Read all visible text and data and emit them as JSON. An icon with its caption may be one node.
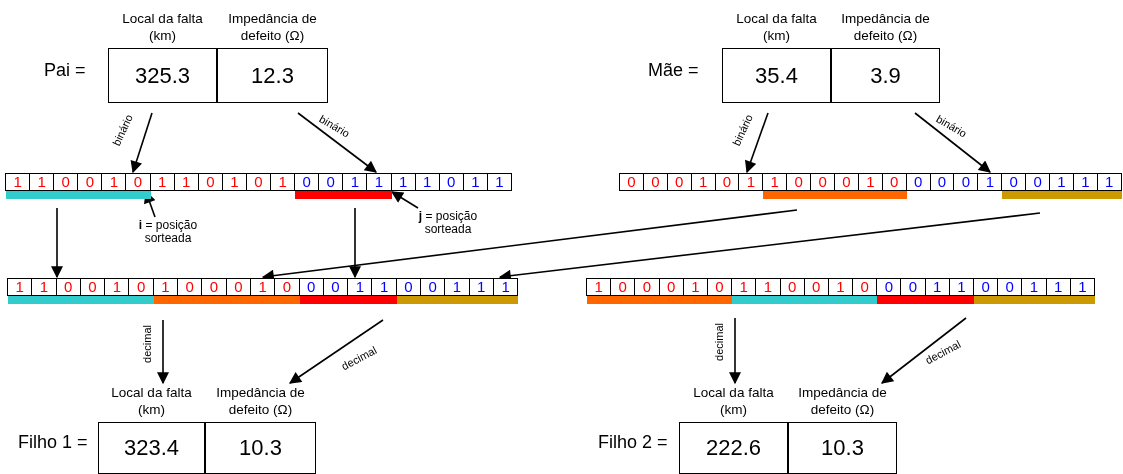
{
  "diagram": {
    "nodes": [
      {
        "text": [
          "Local da falta (km)",
          "325.3"
        ]
      },
      {
        "text": [
          "Impedância de defeito (Ω)",
          "12.3"
        ]
      },
      {
        "text": [
          "Local da falta (km)",
          "35.4"
        ]
      },
      {
        "text": [
          "Impedância de defeito (Ω)",
          "3.9"
        ]
      },
      {
        "text": [
          "1",
          "1",
          "0",
          "0",
          "1",
          "0",
          "1",
          "1",
          "0",
          "1",
          "0",
          "1",
          "0",
          "0",
          "1",
          "1",
          "1",
          "1",
          "0",
          "1",
          "1"
        ]
      },
      {
        "text": [],
        "shape": "bar"
      },
      {
        "text": [],
        "shape": "bar"
      },
      {
        "text": [
          "**i** = posição sorteada"
        ]
      },
      {
        "text": [
          "**j** = posição sorteada"
        ]
      },
      {
        "text": [
          "0",
          "0",
          "0",
          "1",
          "0",
          "1",
          "1",
          "0",
          "0",
          "0",
          "1",
          "0",
          "0",
          "0",
          "0",
          "1",
          "0",
          "0",
          "1",
          "1",
          "1"
        ]
      },
      {
        "text": [],
        "shape": "bar"
      },
      {
        "text": [],
        "shape": "bar"
      },
      {
        "text": [
          "1",
          "1",
          "0",
          "0",
          "1",
          "0",
          "1",
          "0",
          "0",
          "0",
          "1",
          "0",
          "0",
          "0",
          "1",
          "1",
          "0",
          "0",
          "1",
          "1",
          "1"
        ]
      },
      {
        "text": [],
        "shape": "bar"
      },
      {
        "text": [],
        "shape": "bar"
      },
      {
        "text": [],
        "shape": "bar"
      },
      {
        "text": [],
        "shape": "bar"
      },
      {
        "text": [
          "1",
          "0",
          "0",
          "0",
          "1",
          "0",
          "1",
          "1",
          "0",
          "0",
          "1",
          "0",
          "0",
          "0",
          "1",
          "1",
          "0",
          "0",
          "1",
          "1",
          "1"
        ]
      },
      {
        "text": [],
        "shape": "bar"
      },
      {
        "text": [],
        "shape": "bar"
      },
      {
        "text": [],
        "shape": "bar"
      },
      {
        "text": [],
        "shape": "bar"
      },
      {
        "text": [
          "Local da falta (km)",
          "323.4"
        ]
      },
      {
        "text": [
          "Impedância de defeito (Ω)",
          "10.3"
        ]
      },
      {
        "text": [
          "Local da falta (km)",
          "222.6"
        ]
      },
      {
        "text": [
          "Impedância de defeito (Ω)",
          "10.3"
        ]
      }
    ],
    "edges": [
      {
        "from": 0,
        "to": 4,
        "arrow": "to",
        "label": "binário"
      },
      {
        "from": 1,
        "to": 4,
        "arrow": "to",
        "label": "binário"
      },
      {
        "from": 2,
        "to": 9,
        "arrow": "to",
        "label": "binário"
      },
      {
        "from": 3,
        "to": 9,
        "arrow": "to",
        "label": "binário"
      },
      {
        "from": 7,
        "to": 4,
        "arrow": "to"
      },
      {
        "from": 8,
        "to": 4,
        "arrow": "to"
      },
      {
        "from": 5,
        "to": 12,
        "arrow": "to"
      },
      {
        "from": 6,
        "to": 12,
        "arrow": "to"
      },
      {
        "from": 10,
        "to": 12,
        "arrow": "to"
      },
      {
        "from": 11,
        "to": 12,
        "arrow": "to"
      },
      {
        "from": null,
        "to": 22,
        "arrow": "to",
        "label": "decimal"
      },
      {
        "from": null,
        "to": 23,
        "arrow": "to",
        "label": "decimal"
      },
      {
        "from": null,
        "to": 24,
        "arrow": "to",
        "label": "decimal"
      },
      {
        "from": null,
        "to": 25,
        "arrow": "to",
        "label": "decimal"
      }
    ],
    "labels": [
      "Pai =",
      "Mãe =",
      "Filho 1 =",
      "Filho 2 ="
    ]
  }
}
